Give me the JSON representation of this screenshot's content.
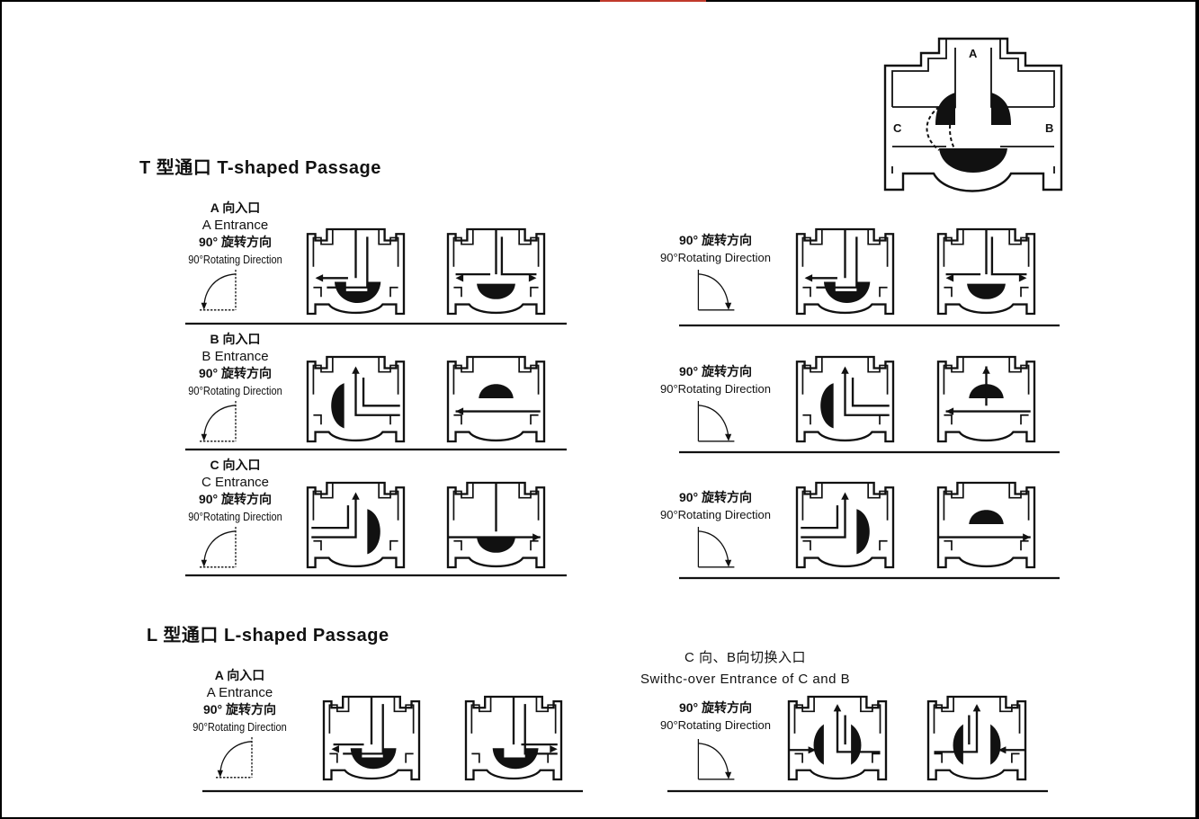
{
  "title_t": "T 型通口  T-shaped Passage",
  "title_l": "L 型通口   L-shaped Passage",
  "reference": {
    "a": "A",
    "b": "B",
    "c": "C"
  },
  "t_rows": [
    {
      "cn_entrance": "A 向入口",
      "en_entrance": "A Entrance",
      "cn_rotate": "90°  旋转方向",
      "en_rotate": "90°Rotating Direction",
      "right_cn_rotate": "90°  旋转方向",
      "right_en_rotate": "90°Rotating Direction"
    },
    {
      "cn_entrance": "B 向入口",
      "en_entrance": "B Entrance",
      "cn_rotate": "90°  旋转方向",
      "en_rotate": "90°Rotating Direction",
      "right_cn_rotate": "90°  旋转方向",
      "right_en_rotate": "90°Rotating Direction"
    },
    {
      "cn_entrance": "C 向入口",
      "en_entrance": "C Entrance",
      "cn_rotate": "90°  旋转方向",
      "en_rotate": "90°Rotating Direction",
      "right_cn_rotate": "90°  旋转方向",
      "right_en_rotate": "90°Rotating Direction"
    }
  ],
  "l_left": {
    "cn_entrance": "A 向入口",
    "en_entrance": "A Entrance",
    "cn_rotate": "90° 旋转方向",
    "en_rotate": "90°Rotating Direction"
  },
  "l_right": {
    "cn_switch": "C 向、B向切换入口",
    "en_switch": "Swithc-over Entrance of C and B",
    "cn_rotate": "90° 旋转方向",
    "en_rotate": "90°Rotating Direction"
  }
}
